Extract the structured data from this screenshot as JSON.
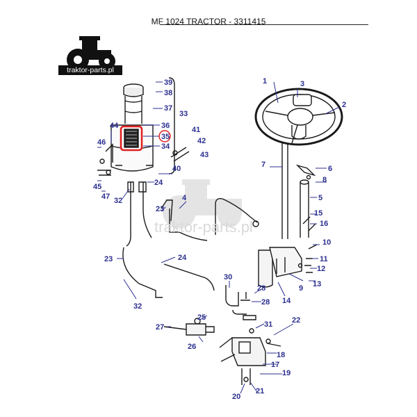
{
  "header": {
    "title": "MF 1024 TRACTOR - 3311415"
  },
  "logo": {
    "text": "traktor-parts.pl"
  },
  "watermark": {
    "text": "traktor-parts.pl"
  },
  "callouts": [
    "1",
    "2",
    "3",
    "4",
    "5",
    "6",
    "7",
    "8",
    "9",
    "10",
    "11",
    "12",
    "13",
    "14",
    "15",
    "16",
    "17",
    "18",
    "19",
    "20",
    "21",
    "22",
    "23",
    "23",
    "24",
    "24",
    "25",
    "26",
    "27",
    "28",
    "28",
    "30",
    "31",
    "32",
    "32",
    "33",
    "34",
    "35",
    "36",
    "37",
    "38",
    "39",
    "40",
    "41",
    "42",
    "43",
    "44",
    "45",
    "46",
    "47"
  ],
  "highlighted_part": "35",
  "colors": {
    "callout": "#2b2f8f",
    "line": "#1a1a1a",
    "highlight": "#e02020",
    "watermark": "#d9d9d9"
  }
}
